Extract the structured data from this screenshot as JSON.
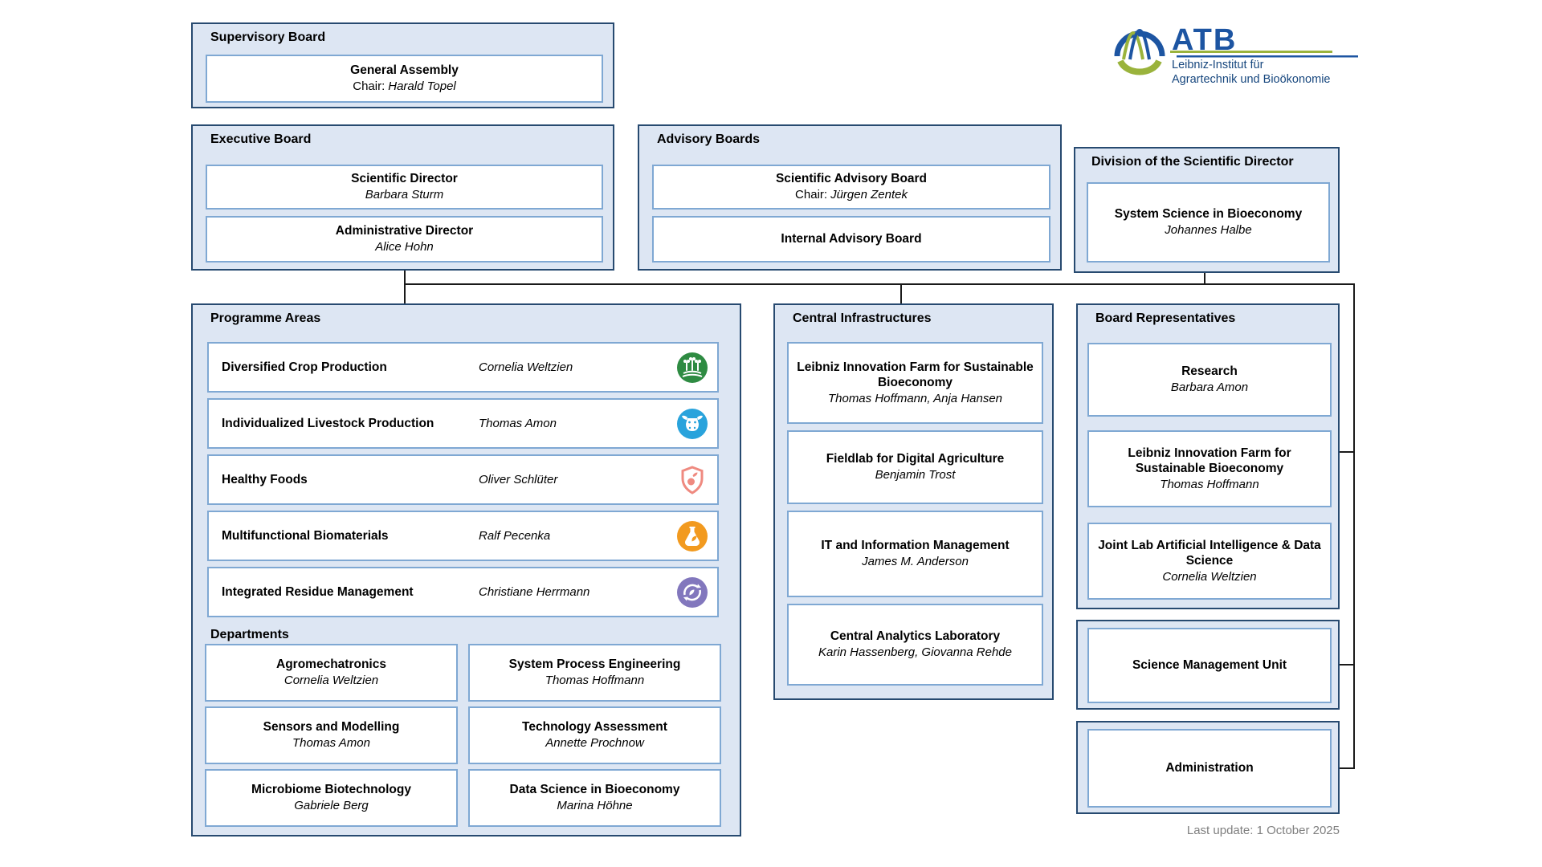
{
  "colors": {
    "panel_fill": "#dde6f3",
    "panel_border": "#274a70",
    "card_border": "#7fa8d3",
    "logo_blue": "#1d55a2",
    "logo_green": "#9ab33c",
    "footer_gray": "#7f7f7f"
  },
  "logo": {
    "acronym": "ATB",
    "institute_line1": "Leibniz-Institut für",
    "institute_line2": "Agrartechnik und Bioökonomie"
  },
  "supervisory_board": {
    "title": "Supervisory Board",
    "general_assembly": {
      "title": "General Assembly",
      "chair_prefix": "Chair:",
      "chair_name": "Harald Topel"
    }
  },
  "executive_board": {
    "title": "Executive Board",
    "positions": [
      {
        "title": "Scientific Director",
        "name": "Barbara Sturm"
      },
      {
        "title": "Administrative Director",
        "name": "Alice Hohn"
      }
    ]
  },
  "advisory_boards": {
    "title": "Advisory Boards",
    "boards": [
      {
        "title": "Scientific Advisory Board",
        "chair_prefix": "Chair:",
        "chair_name": "Jürgen Zentek"
      },
      {
        "title": "Internal Advisory Board"
      }
    ]
  },
  "division_scientific_director": {
    "title": "Division of the Scientific Director",
    "unit": {
      "title": "System Science in Bioeconomy",
      "name": "Johannes Halbe"
    }
  },
  "programme_areas": {
    "title": "Programme Areas",
    "rows": [
      {
        "label": "Diversified Crop Production",
        "lead": "Cornelia Weltzien",
        "icon": "crop-production-icon",
        "icon_color": "#2e8b42"
      },
      {
        "label": "Individualized Livestock Production",
        "lead": "Thomas Amon",
        "icon": "livestock-icon",
        "icon_color": "#29a3dc"
      },
      {
        "label": "Healthy Foods",
        "lead": "Oliver Schlüter",
        "icon": "healthy-foods-icon",
        "icon_color": "#ef8a80"
      },
      {
        "label": "Multifunctional Biomaterials",
        "lead": "Ralf Pecenka",
        "icon": "biomaterials-icon",
        "icon_color": "#f29a1f"
      },
      {
        "label": "Integrated Residue Management",
        "lead": "Christiane Herrmann",
        "icon": "residue-management-icon",
        "icon_color": "#8277bd"
      }
    ]
  },
  "departments": {
    "title": "Departments",
    "items": [
      {
        "title": "Agromechatronics",
        "name": "Cornelia Weltzien"
      },
      {
        "title": "System Process Engineering",
        "name": "Thomas Hoffmann"
      },
      {
        "title": "Sensors and Modelling",
        "name": "Thomas Amon"
      },
      {
        "title": "Technology Assessment",
        "name": "Annette Prochnow"
      },
      {
        "title": "Microbiome Biotechnology",
        "name": "Gabriele Berg"
      },
      {
        "title": "Data Science in Bioeconomy",
        "name": "Marina Höhne"
      }
    ]
  },
  "central_infrastructures": {
    "title": "Central Infrastructures",
    "items": [
      {
        "title": "Leibniz Innovation Farm for Sustainable Bioeconomy",
        "name": "Thomas Hoffmann, Anja Hansen"
      },
      {
        "title": "Fieldlab for Digital Agriculture",
        "name": "Benjamin Trost"
      },
      {
        "title": "IT and Information Management",
        "name": "James M. Anderson"
      },
      {
        "title": "Central Analytics Laboratory",
        "name": "Karin Hassenberg, Giovanna Rehde"
      }
    ]
  },
  "board_representatives": {
    "title": "Board Representatives",
    "items": [
      {
        "title": "Research",
        "name": "Barbara Amon"
      },
      {
        "title": "Leibniz Innovation Farm for Sustainable Bioeconomy",
        "name": "Thomas Hoffmann"
      },
      {
        "title": "Joint Lab Artificial Intelligence & Data Science",
        "name": "Cornelia Weltzien"
      }
    ]
  },
  "science_management_unit": {
    "title": "Science Management Unit"
  },
  "administration": {
    "title": "Administration"
  },
  "footer": {
    "last_update": "Last update: 1 October 2025"
  }
}
